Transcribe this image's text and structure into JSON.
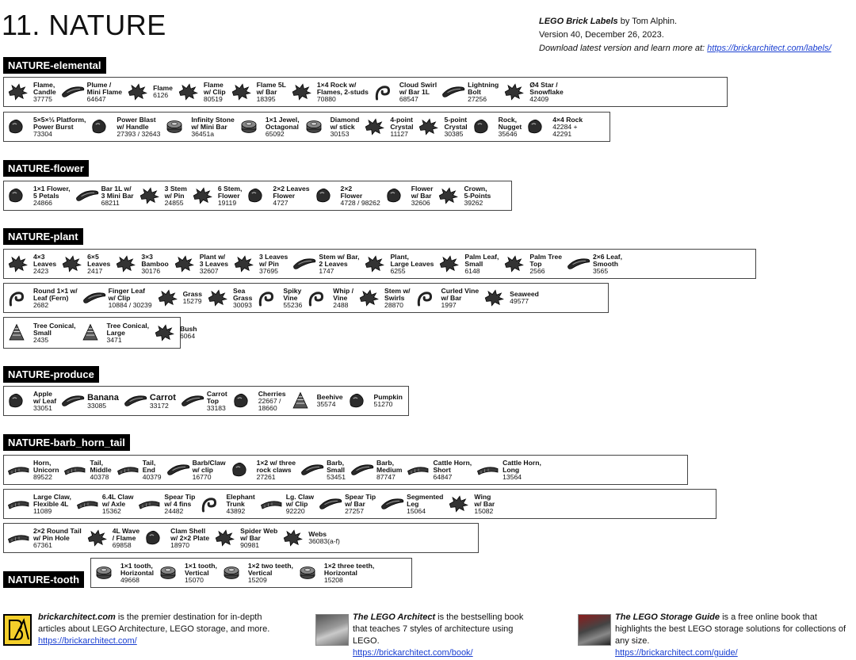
{
  "page": {
    "title": "11. NATURE",
    "credit_title": "LEGO Brick Labels",
    "credit_by": " by Tom Alphin.",
    "version": "Version 40, December 26, 2023.",
    "download_text": "Download latest version and learn more at: ",
    "download_link": "https://brickarchitect.com/labels/"
  },
  "sections": {
    "elemental": {
      "title": "NATURE-elemental",
      "row1": [
        {
          "name": "Flame,\nCandle",
          "num": "37775",
          "icon": "candle-flame-icon"
        },
        {
          "name": "Plume /\nMini Flame",
          "num": "64647",
          "icon": "plume-icon"
        },
        {
          "name": "Flame",
          "num": "6126",
          "icon": "flame-icon"
        },
        {
          "name": "Flame\nw/ Clip",
          "num": "80519",
          "icon": "flame-clip-icon"
        },
        {
          "name": "Flame 5L\nw/ Bar",
          "num": "18395",
          "icon": "flame-bar-icon"
        },
        {
          "name": "1×4 Rock w/\nFlames, 2-studs",
          "num": "70880",
          "icon": "rock-flames-icon"
        },
        {
          "name": "Cloud Swirl\nw/ Bar 1L",
          "num": "68547",
          "icon": "cloud-swirl-icon"
        },
        {
          "name": "Lightning\nBolt",
          "num": "27256",
          "icon": "lightning-bolt-icon"
        },
        {
          "name": "Ø4 Star /\nSnowflake",
          "num": "42409",
          "icon": "snowflake-icon"
        }
      ],
      "row2": [
        {
          "name": "5×5×⅓ Platform,\nPower Burst",
          "num": "73304",
          "icon": "power-burst-icon"
        },
        {
          "name": "Power Blast\nw/ Handle",
          "num": "27393 / 32643",
          "icon": "power-blast-icon"
        },
        {
          "name": "Infinity Stone\nw/ Mini Bar",
          "num": "36451a",
          "icon": "infinity-stone-icon"
        },
        {
          "name": "1×1 Jewel,\nOctagonal",
          "num": "65092",
          "icon": "jewel-icon"
        },
        {
          "name": "Diamond\nw/ stick",
          "num": "30153",
          "icon": "diamond-icon"
        },
        {
          "name": "4-point\nCrystal",
          "num": "11127",
          "icon": "crystal-4pt-icon"
        },
        {
          "name": "5-point\nCrystal",
          "num": "30385",
          "icon": "crystal-5pt-icon"
        },
        {
          "name": "Rock,\nNugget",
          "num": "35646",
          "icon": "rock-nugget-icon"
        },
        {
          "name": "4×4 Rock",
          "num": "42284 +\n42291",
          "icon": "rock-4x4-icon"
        }
      ]
    },
    "flower": {
      "title": "NATURE-flower",
      "row1": [
        {
          "name": "1×1 Flower,\n5 Petals",
          "num": "24866",
          "icon": "flower-5-petals-icon"
        },
        {
          "name": "Bar 1L w/\n3 Mini Bar",
          "num": "68211",
          "icon": "bar-3-mini-icon"
        },
        {
          "name": "3 Stem\nw/ Pin",
          "num": "24855",
          "icon": "stem-3-icon"
        },
        {
          "name": "6 Stem,\nFlower",
          "num": "19119",
          "icon": "stem-6-icon"
        },
        {
          "name": "2×2 Leaves\nFlower",
          "num": "4727",
          "icon": "leaves-flower-icon"
        },
        {
          "name": "2×2\nFlower",
          "num": "4728 / 98262",
          "icon": "flower-2x2-icon"
        },
        {
          "name": "Flower\nw/ Bar",
          "num": "32606",
          "icon": "flower-bar-icon"
        },
        {
          "name": "Crown,\n5-Points",
          "num": "39262",
          "icon": "crown-icon"
        }
      ]
    },
    "plant": {
      "title": "NATURE-plant",
      "row1": [
        {
          "name": "4×3\nLeaves",
          "num": "2423",
          "icon": "leaves-4x3-icon"
        },
        {
          "name": "6×5\nLeaves",
          "num": "2417",
          "icon": "leaves-6x5-icon"
        },
        {
          "name": "3×3\nBamboo",
          "num": "30176",
          "icon": "bamboo-icon"
        },
        {
          "name": "Plant w/\n3 Leaves",
          "num": "32607",
          "icon": "plant-3-leaves-icon"
        },
        {
          "name": "3 Leaves\nw/ Pin",
          "num": "37695",
          "icon": "leaves-pin-icon"
        },
        {
          "name": "Stem w/ Bar,\n2 Leaves",
          "num": "1747",
          "icon": "stem-bar-icon"
        },
        {
          "name": "Plant,\nLarge Leaves",
          "num": "6255",
          "icon": "plant-large-leaves-icon"
        },
        {
          "name": "Palm Leaf,\nSmall",
          "num": "6148",
          "icon": "palm-leaf-icon"
        },
        {
          "name": "Palm Tree\nTop",
          "num": "2566",
          "icon": "palm-tree-top-icon"
        },
        {
          "name": "2×6 Leaf,\nSmooth",
          "num": "3565",
          "icon": "leaf-smooth-icon"
        }
      ],
      "row2": [
        {
          "name": "Round 1×1 w/\nLeaf (Fern)",
          "num": "2682",
          "icon": "fern-icon"
        },
        {
          "name": "Finger Leaf\nw/ Clip",
          "num": "10884 / 30239",
          "icon": "finger-leaf-icon"
        },
        {
          "name": "Grass",
          "num": "15279",
          "icon": "grass-icon"
        },
        {
          "name": "Sea\nGrass",
          "num": "30093",
          "icon": "sea-grass-icon"
        },
        {
          "name": "Spiky\nVine",
          "num": "55236",
          "icon": "spiky-vine-icon"
        },
        {
          "name": "Whip /\nVine",
          "num": "2488",
          "icon": "whip-icon"
        },
        {
          "name": "Stem w/\nSwirls",
          "num": "28870",
          "icon": "stem-swirls-icon"
        },
        {
          "name": "Curled Vine\nw/ Bar",
          "num": "1997",
          "icon": "curled-vine-icon"
        },
        {
          "name": "Seaweed",
          "num": "49577",
          "icon": "seaweed-icon"
        }
      ],
      "row3": [
        {
          "name": "Tree Conical,\nSmall",
          "num": "2435",
          "icon": "tree-small-icon"
        },
        {
          "name": "Tree Conical,\nLarge",
          "num": "3471",
          "icon": "tree-large-icon"
        },
        {
          "name": "Bush",
          "num": "6064",
          "icon": "bush-icon"
        }
      ]
    },
    "produce": {
      "title": "NATURE-produce",
      "row1": [
        {
          "name": "Apple\nw/ Leaf",
          "num": "33051",
          "icon": "apple-icon"
        },
        {
          "name": "Banana",
          "num": "33085",
          "icon": "banana-icon",
          "big": true
        },
        {
          "name": "Carrot",
          "num": "33172",
          "icon": "carrot-icon",
          "big": true
        },
        {
          "name": "Carrot\nTop",
          "num": "33183",
          "icon": "carrot-top-icon"
        },
        {
          "name": "Cherries",
          "num": "22667 /\n18660",
          "icon": "cherries-icon"
        },
        {
          "name": "Beehive",
          "num": "35574",
          "icon": "beehive-icon"
        },
        {
          "name": "Pumpkin",
          "num": "51270",
          "icon": "pumpkin-icon"
        }
      ]
    },
    "barb": {
      "title": "NATURE-barb_horn_tail",
      "row1": [
        {
          "name": "Horn,\nUnicorn",
          "num": "89522",
          "icon": "unicorn-horn-icon"
        },
        {
          "name": "Tail,\nMiddle",
          "num": "40378",
          "icon": "tail-middle-icon"
        },
        {
          "name": "Tail,\nEnd",
          "num": "40379",
          "icon": "tail-end-icon"
        },
        {
          "name": "Barb/Claw\nw/ clip",
          "num": "16770",
          "icon": "barb-clip-icon"
        },
        {
          "name": "1×2 w/ three\nrock claws",
          "num": "27261",
          "icon": "rock-claws-icon"
        },
        {
          "name": "Barb,\nSmall",
          "num": "53451",
          "icon": "barb-small-icon"
        },
        {
          "name": "Barb,\nMedium",
          "num": "87747",
          "icon": "barb-medium-icon"
        },
        {
          "name": "Cattle Horn,\nShort",
          "num": "64847",
          "icon": "cattle-horn-short-icon"
        },
        {
          "name": "Cattle Horn,\nLong",
          "num": "13564",
          "icon": "cattle-horn-long-icon"
        }
      ],
      "row2": [
        {
          "name": "Large Claw,\nFlexible 4L",
          "num": "11089",
          "icon": "large-claw-icon"
        },
        {
          "name": "6.4L Claw\nw/ Axle",
          "num": "15362",
          "icon": "claw-axle-icon"
        },
        {
          "name": "Spear Tip\nw/ 4 fins",
          "num": "24482",
          "icon": "spear-fins-icon"
        },
        {
          "name": "Elephant\nTrunk",
          "num": "43892",
          "icon": "elephant-trunk-icon"
        },
        {
          "name": "Lg. Claw\nw/ Clip",
          "num": "92220",
          "icon": "claw-clip-icon"
        },
        {
          "name": "Spear Tip\nw/ Bar",
          "num": "27257",
          "icon": "spear-bar-icon"
        },
        {
          "name": "Segmented\nLeg",
          "num": "15064",
          "icon": "segmented-leg-icon"
        },
        {
          "name": "Wing\nw/ Bar",
          "num": "15082",
          "icon": "wing-icon"
        }
      ],
      "row3": [
        {
          "name": "2×2 Round Tail\nw/ Pin Hole",
          "num": "67361",
          "icon": "round-tail-icon"
        },
        {
          "name": "4L Wave\n/ Flame",
          "num": "69858",
          "icon": "wave-flame-icon"
        },
        {
          "name": "Clam Shell\nw/ 2×2 Plate",
          "num": "18970",
          "icon": "clam-shell-icon"
        },
        {
          "name": "Spider Web\nw/ Bar",
          "num": "90981",
          "icon": "spider-web-icon"
        },
        {
          "name": "Webs",
          "num": "36083(a-f)",
          "icon": "webs-icon"
        }
      ]
    },
    "tooth": {
      "title": "NATURE-tooth",
      "row1": [
        {
          "name": "1×1 tooth,\nHorizontal",
          "num": "49668",
          "icon": "tooth-horizontal-icon"
        },
        {
          "name": "1×1 tooth,\nVertical",
          "num": "15070",
          "icon": "tooth-vertical-icon"
        },
        {
          "name": "1×2 two teeth,\nVertical",
          "num": "15209",
          "icon": "two-teeth-icon"
        },
        {
          "name": "1×2 three teeth,\nHorizontal",
          "num": "15208",
          "icon": "three-teeth-icon"
        }
      ]
    }
  },
  "footer": {
    "col1_bold": "brickarchitect.com",
    "col1_text": " is the premier destination for in-depth articles about LEGO Architecture, LEGO storage, and more.",
    "col1_link": "https://brickarchitect.com/",
    "col2_bold": "The LEGO Architect",
    "col2_text": " is the bestselling book that teaches 7 styles of architecture using LEGO.",
    "col2_link": "https://brickarchitect.com/book/",
    "col3_bold": "The LEGO Storage Guide",
    "col3_text": " is a free online book that highlights the best LEGO storage solutions for collections of any size.",
    "col3_link": "https://brickarchitect.com/guide/"
  }
}
